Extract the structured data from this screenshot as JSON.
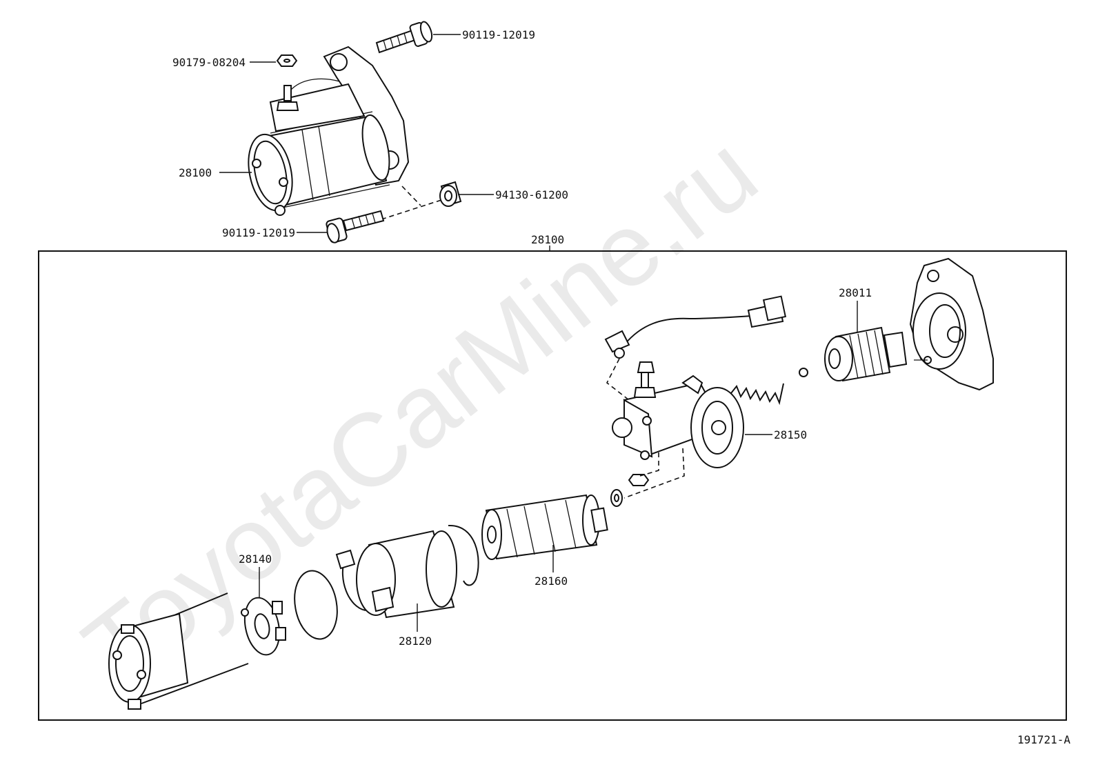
{
  "watermark": "ToyotaCarMine.ru",
  "labels": {
    "bolt_upper": "90119-12019",
    "nut": "90179-08204",
    "starter_assy_top": "28100",
    "collar": "94130-61200",
    "bolt_lower": "90119-12019",
    "box_header": "28100",
    "pinion_clutch": "28011",
    "magnet_switch": "28150",
    "brush_holder": "28140",
    "armature": "28160",
    "yoke": "28120"
  },
  "figure_id": "191721-A"
}
